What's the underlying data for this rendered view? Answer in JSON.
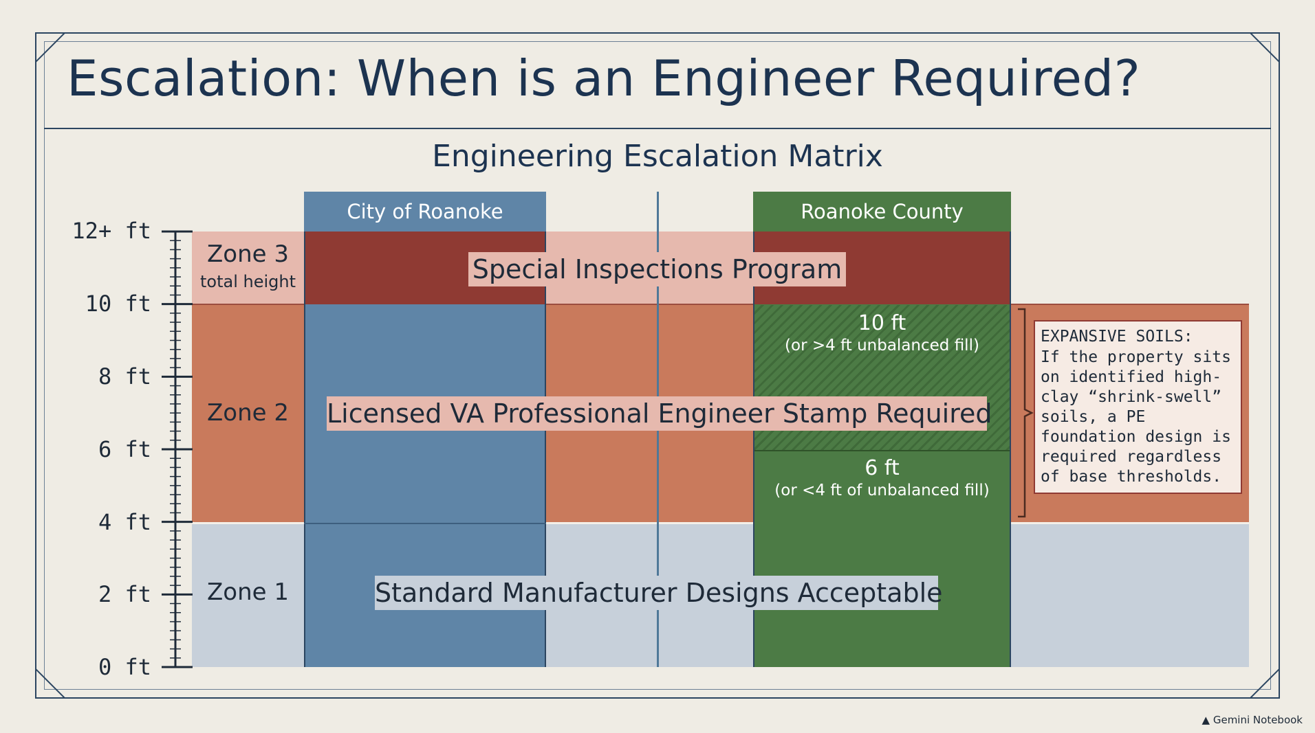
{
  "title": "Escalation: When is an Engineer Required?",
  "chart_title": "Engineering Escalation Matrix",
  "axis": {
    "ticks": [
      "0 ft",
      "2 ft",
      "4 ft",
      "6 ft",
      "8 ft",
      "10 ft",
      "12+ ft"
    ]
  },
  "zones": [
    {
      "label": "Zone 1",
      "sublabel": "",
      "range_ft": [
        0,
        4
      ],
      "requirement": "Standard Manufacturer Designs Acceptable"
    },
    {
      "label": "Zone 2",
      "sublabel": "",
      "range_ft": [
        4,
        10
      ],
      "requirement": "Licensed VA Professional Engineer Stamp Required"
    },
    {
      "label": "Zone 3",
      "sublabel": "total height",
      "range_ft": [
        10,
        12
      ],
      "requirement": "Special Inspections Program"
    }
  ],
  "columns": {
    "city": {
      "label": "City of Roanoke"
    },
    "county": {
      "label": "Roanoke County",
      "threshold_high": {
        "value": "10 ft",
        "note": "(or >4 ft unbalanced fill)"
      },
      "threshold_low": {
        "value": "6 ft",
        "note": "(or <4 ft of unbalanced fill)"
      }
    }
  },
  "callout": {
    "title": "EXPANSIVE SOILS:",
    "body": "If the property sits on identified high-clay “shrink-swell” soils, a PE foundation design is required regardless of base thresholds."
  },
  "watermark": "Gemini Notebook",
  "colors": {
    "zone1": "#c7d0da",
    "zone2": "#c97a5c",
    "zone3_light": "#e6b9ae",
    "zone3_dark": "#8f3a33",
    "city": "#5f85a7",
    "county": "#4c7b45",
    "title": "#1c3350"
  }
}
